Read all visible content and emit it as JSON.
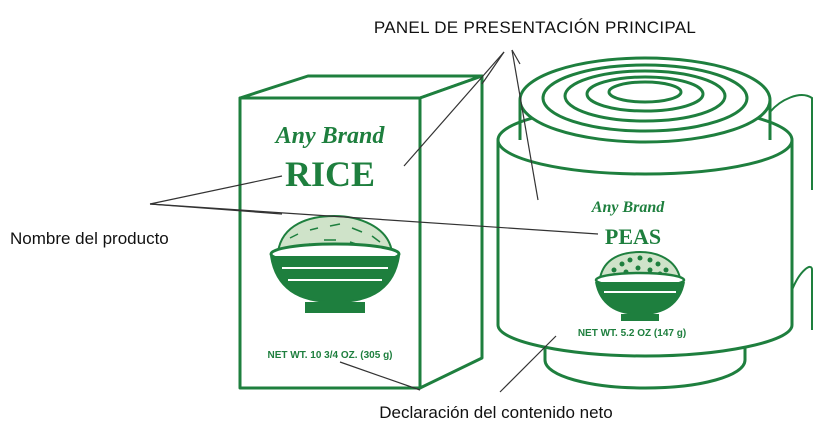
{
  "labels": {
    "main_panel": "PANEL DE PRESENTACIÓN PRINCIPAL",
    "product_name": "Nombre del producto",
    "net_contents": "Declaración del contenido neto"
  },
  "rice_box": {
    "brand": "Any Brand",
    "product": "RICE",
    "net_weight": "NET WT.  10 3/4 OZ. (305 g)"
  },
  "peas_can": {
    "brand": "Any Brand",
    "product": "PEAS",
    "net_weight": "NET WT. 5.2 OZ (147 g)"
  },
  "colors": {
    "packaging": "#1e7f3e",
    "label_text": "#111111",
    "leader_lines": "#333333"
  },
  "icons": [
    "rice-bowl-icon",
    "peas-bowl-icon"
  ]
}
